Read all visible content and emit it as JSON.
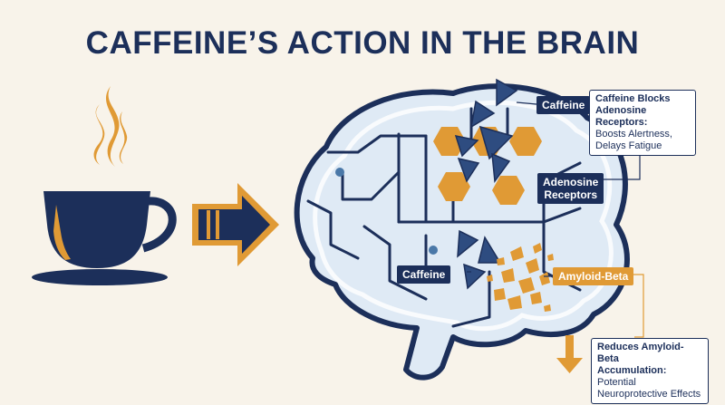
{
  "title": "CAFFEINE’S ACTION IN THE BRAIN",
  "labels": {
    "caffeine_top": "Caffeine",
    "adenosine_line1": "Adenosine",
    "adenosine_line2": "Receptors",
    "caffeine_bottom": "Caffeine",
    "amyloid": "Amyloid-Beta"
  },
  "callout_top": {
    "line1": "Caffeine Blocks",
    "line2_bold": "Adenosine Receptors:",
    "line3": "Boosts Alertness,",
    "line4": "Delays Fatigue"
  },
  "callout_bottom": {
    "line1": "Reduces Amyloid-Beta",
    "line2_bold": "Accumulation:",
    "line2_rest": " Potential",
    "line3": "Neuroprotective Effects"
  },
  "colors": {
    "navy": "#1c2f5a",
    "orange": "#e09a35",
    "brain_fill": "#dfeaf5",
    "background": "#f8f3ea"
  },
  "icons": [
    "coffee-cup-icon",
    "steam-icon",
    "right-arrow-icon",
    "brain-icon",
    "caffeine-molecule-icon",
    "adenosine-receptor-icon",
    "amyloid-fragment-icon",
    "down-arrow-icon"
  ]
}
